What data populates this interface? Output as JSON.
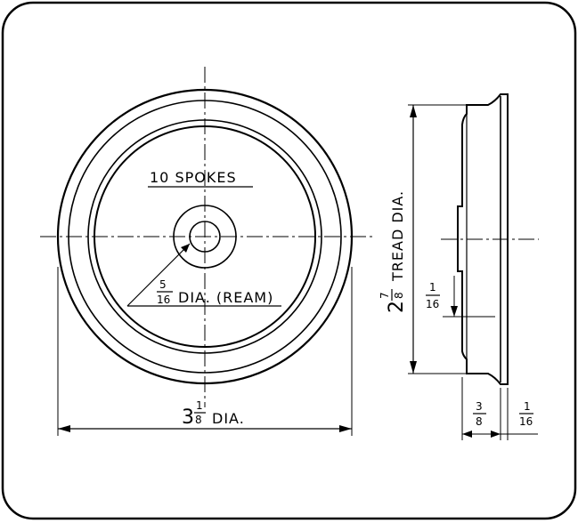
{
  "front_view": {
    "spokes_label": "10 SPOKES",
    "bore": {
      "num": "5",
      "den": "16",
      "text": "DIA. (REAM)"
    },
    "overall": {
      "whole": "3",
      "num": "1",
      "den": "8",
      "text": "DIA."
    }
  },
  "side_view": {
    "tread": {
      "whole": "2",
      "num": "7",
      "den": "8",
      "text": "TREAD DIA."
    },
    "flange": {
      "num": "1",
      "den": "16"
    },
    "width": {
      "num": "3",
      "den": "8"
    },
    "rim": {
      "num": "1",
      "den": "16"
    }
  }
}
